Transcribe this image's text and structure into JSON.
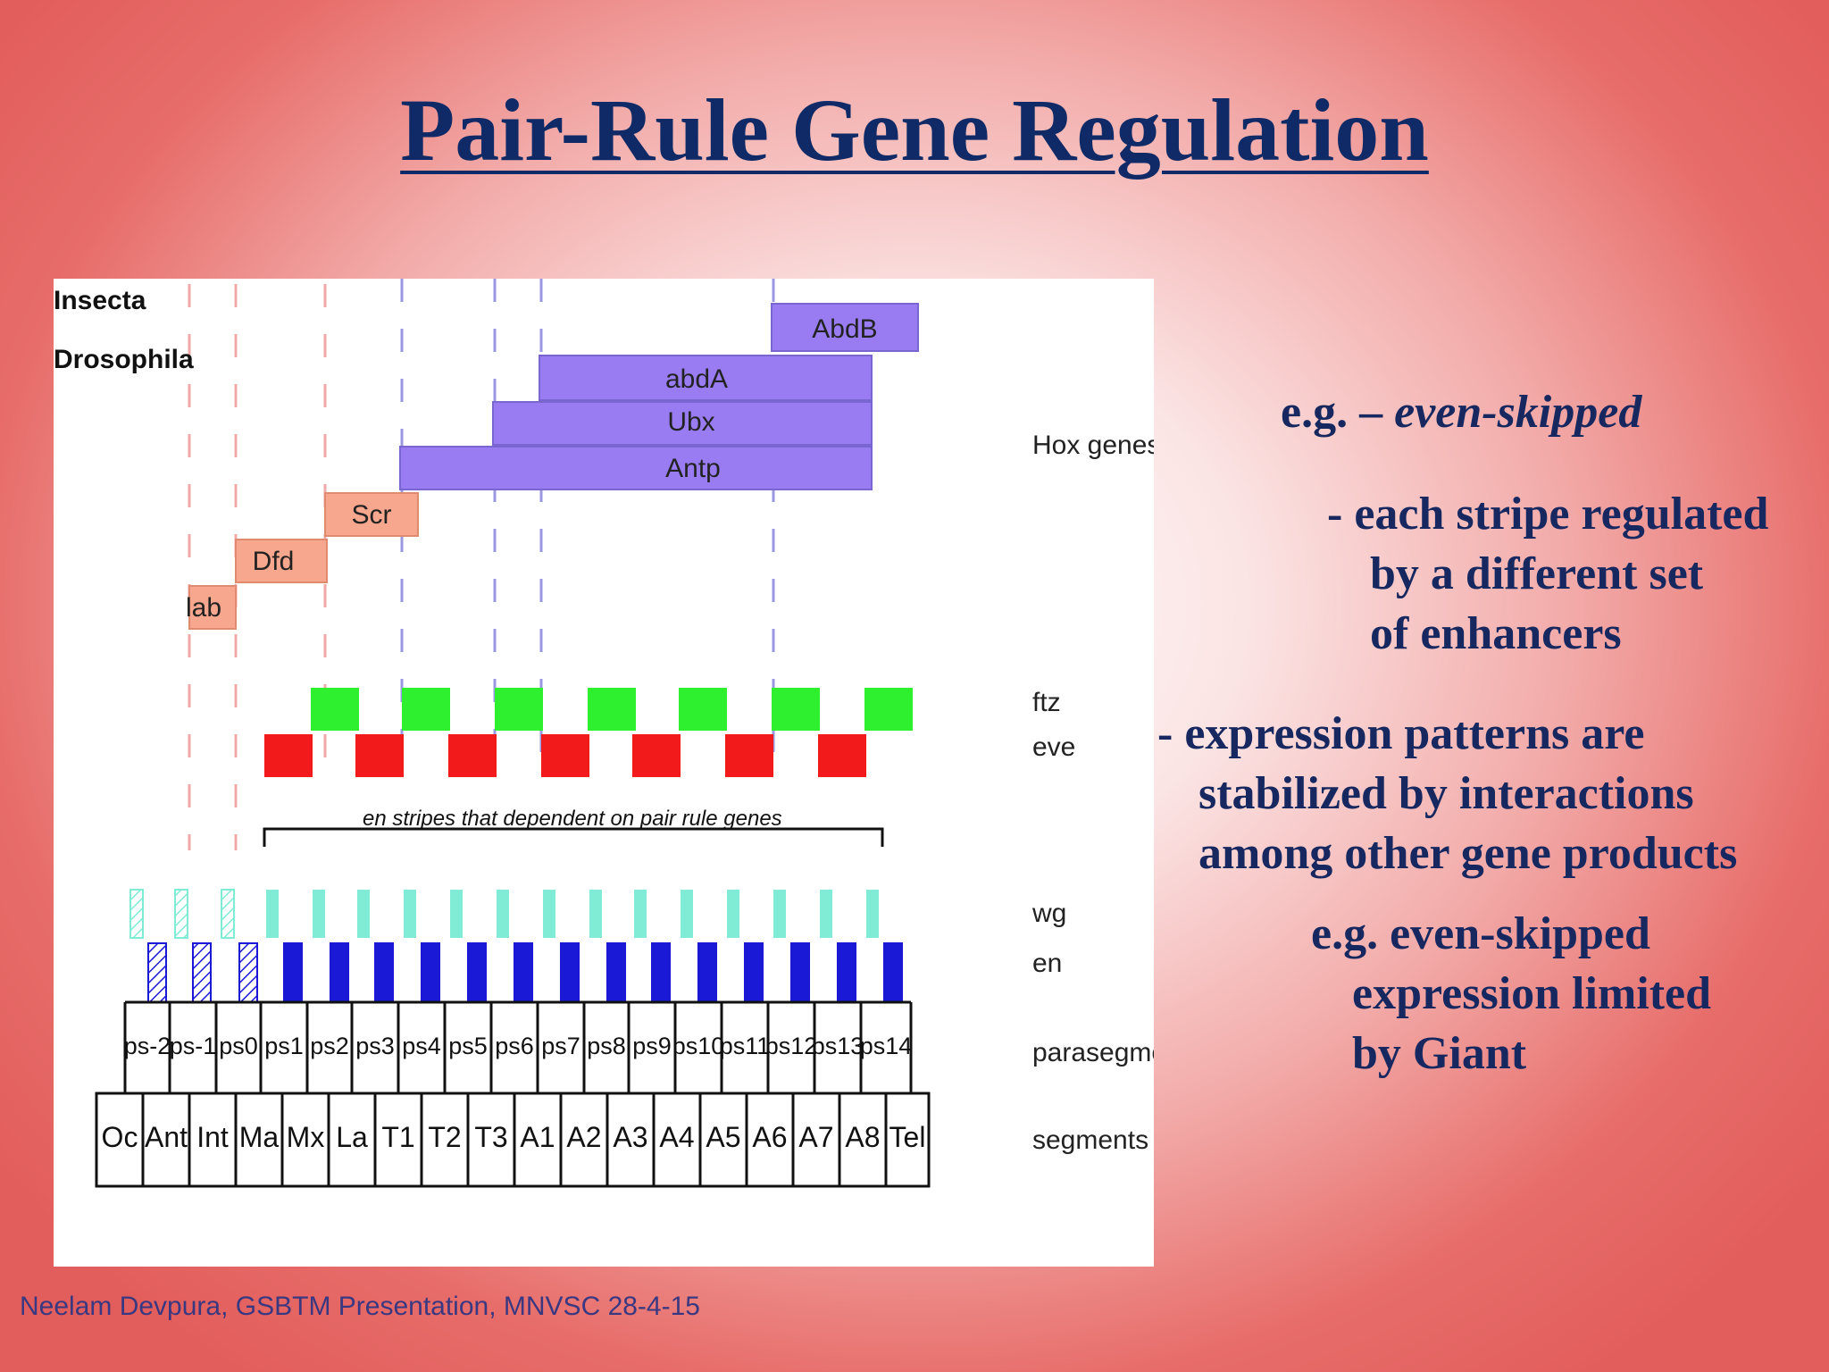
{
  "slide": {
    "title": "Pair-Rule Gene Regulation",
    "footer": "Neelam Devpura, GSBTM Presentation, MNVSC 28-4-15"
  },
  "diagram": {
    "taxon_labels": [
      "Insecta",
      "Drosophila"
    ],
    "hox_genes": [
      {
        "name": "AbdB",
        "color": "#9a7cf2"
      },
      {
        "name": "abdA",
        "color": "#9a7cf2"
      },
      {
        "name": "Ubx",
        "color": "#9a7cf2"
      },
      {
        "name": "Antp",
        "color": "#9a7cf2"
      },
      {
        "name": "Scr",
        "color": "#f6a78d"
      },
      {
        "name": "Dfd",
        "color": "#f6a78d"
      },
      {
        "name": "lab",
        "color": "#f6a78d"
      }
    ],
    "row_labels": {
      "hox": "Hox genes",
      "ftz": "ftz",
      "eve": "eve",
      "wg": "wg",
      "en": "en",
      "parasegments": "parasegments",
      "segments": "segments"
    },
    "ftz_color": "#2ef02e",
    "eve_color": "#f21a1a",
    "wg_color": "#80ecd6",
    "en_color": "#1a1ad6",
    "bracket_label": "en stripes that dependent on pair rule genes",
    "parasegments": [
      "ps-2",
      "ps-1",
      "ps0",
      "ps1",
      "ps2",
      "ps3",
      "ps4",
      "ps5",
      "ps6",
      "ps7",
      "ps8",
      "ps9",
      "ps10",
      "ps11",
      "ps12",
      "ps13",
      "ps14"
    ],
    "segments": [
      "Oc",
      "Ant",
      "Int",
      "Ma",
      "Mx",
      "La",
      "T1",
      "T2",
      "T3",
      "A1",
      "A2",
      "A3",
      "A4",
      "A5",
      "A6",
      "A7",
      "A8",
      "Tel"
    ]
  },
  "notes": {
    "eg_prefix": "e.g. – ",
    "eg_gene": "even-skipped",
    "stripe_1": "- each stripe regulated",
    "stripe_2": "by a different set",
    "stripe_3": "of enhancers",
    "expr_1": "- expression patterns are",
    "expr_2": "stabilized by interactions",
    "expr_3": "among other gene products",
    "giant_1": "e.g. even-skipped",
    "giant_2": "expression limited",
    "giant_3": "by Giant"
  }
}
